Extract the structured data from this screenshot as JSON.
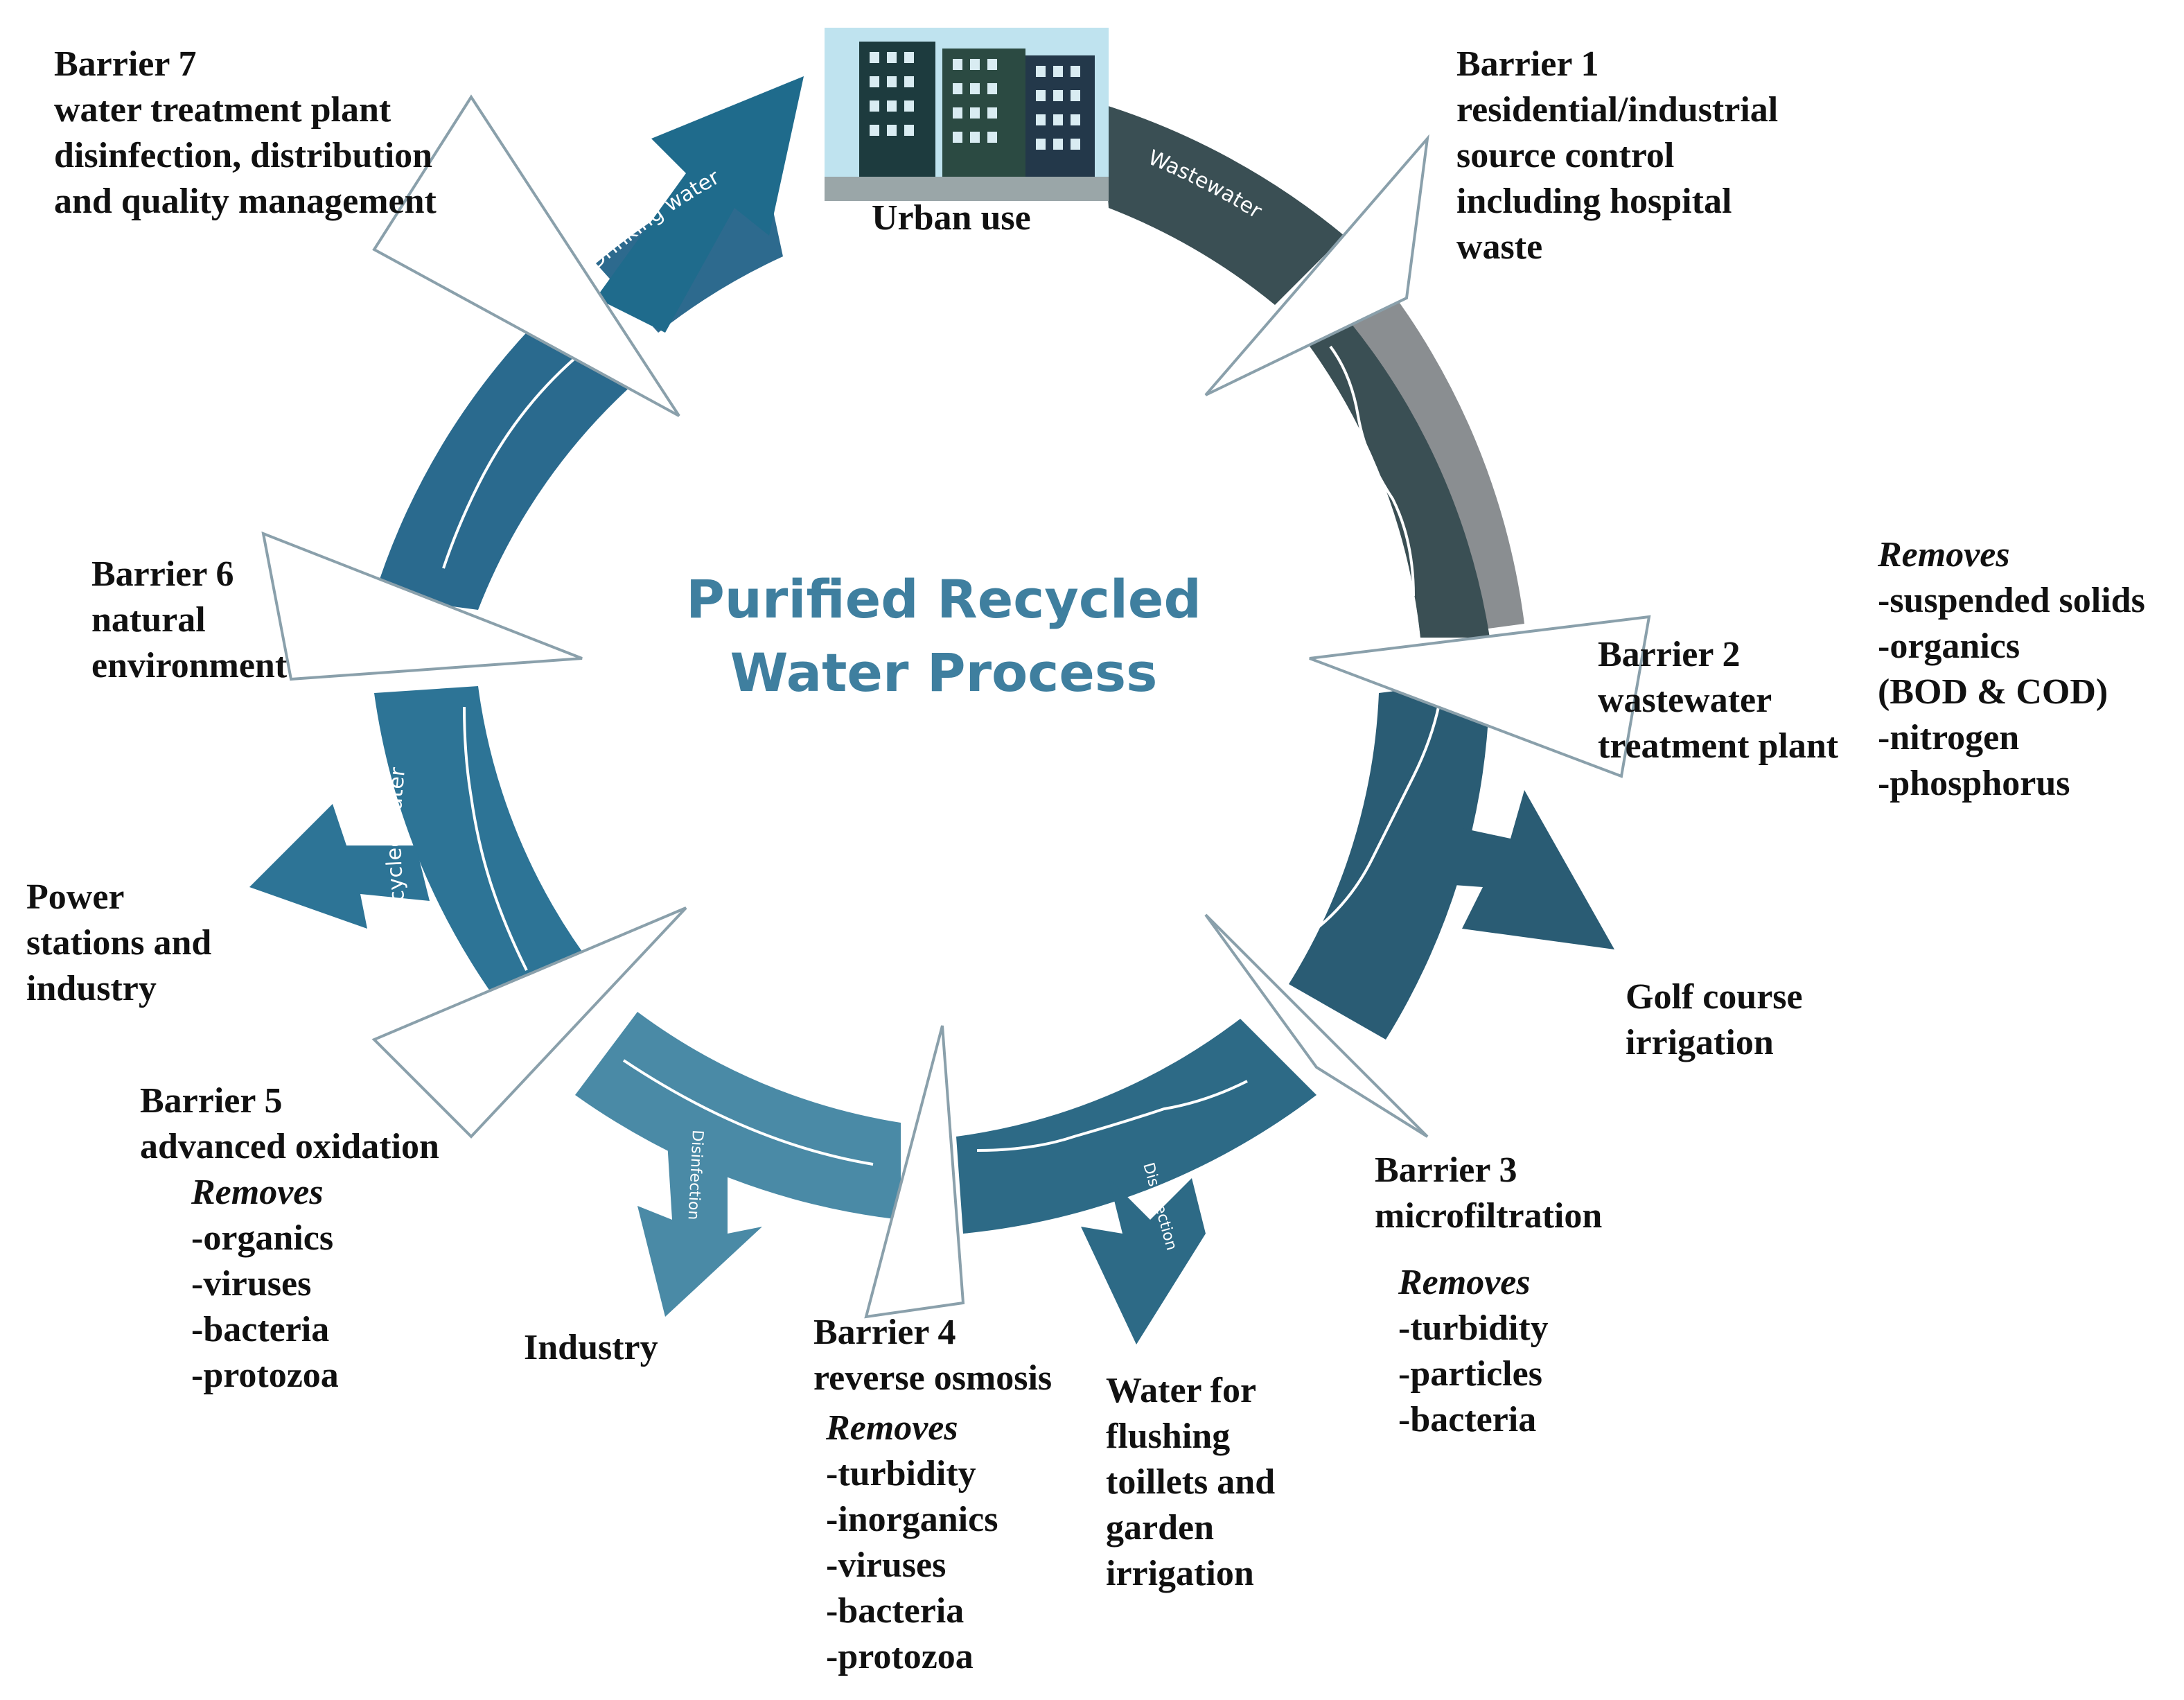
{
  "title": {
    "line1": "Purified Recycled",
    "line2": "Water Process"
  },
  "ring_labels": {
    "wastewater": "Wastewater",
    "drinking_water": "Drinking water",
    "purified_recycled_water": "Purified recycled water",
    "disinfection_left": "Disinfection",
    "disinfection_right": "Disinfection"
  },
  "urban_use": "Urban use",
  "barrier1": {
    "name": "Barrier 1",
    "lines": [
      "residential/industrial",
      "source control",
      "including hospital",
      "waste"
    ]
  },
  "barrier2": {
    "name": "Barrier 2",
    "lines": [
      "wastewater",
      "treatment plant"
    ]
  },
  "barrier2_removes": {
    "heading": "Removes",
    "items": [
      "-suspended solids",
      "-organics",
      "(BOD & COD)",
      "-nitrogen",
      "-phosphorus"
    ]
  },
  "golf": {
    "lines": [
      "Golf course",
      "irrigation"
    ]
  },
  "barrier3": {
    "name": "Barrier 3",
    "lines": [
      "microfiltration"
    ]
  },
  "barrier3_removes": {
    "heading": "Removes",
    "items": [
      "-turbidity",
      "-particles",
      "-bacteria"
    ]
  },
  "flushing": {
    "lines": [
      "Water for",
      "flushing",
      "toillets and",
      "garden",
      "irrigation"
    ]
  },
  "barrier4": {
    "name": "Barrier 4",
    "lines": [
      "reverse osmosis"
    ]
  },
  "barrier4_removes": {
    "heading": "Removes",
    "items": [
      "-turbidity",
      "-inorganics",
      "-viruses",
      "-bacteria",
      "-protozoa"
    ]
  },
  "industry": "Industry",
  "barrier5": {
    "name": "Barrier 5",
    "lines": [
      "advanced oxidation"
    ]
  },
  "barrier5_removes": {
    "heading": "Removes",
    "items": [
      "-organics",
      "-viruses",
      "-bacteria",
      "-protozoa"
    ]
  },
  "power": {
    "lines": [
      "Power",
      "stations and",
      "industry"
    ]
  },
  "barrier6": {
    "name": "Barrier 6",
    "lines": [
      "natural",
      "environment"
    ]
  },
  "barrier7": {
    "name": "Barrier 7",
    "lines": [
      "water treatment plant",
      "disinfection, distribution",
      "and quality management"
    ]
  },
  "colors": {
    "ring_dark": "#3a4f54",
    "ring_grey": "#8a8e91",
    "ring_blue": "#2a6080",
    "ring_teal": "#2d7496",
    "ring_light": "#4a8aa6",
    "title": "#3f7f9f"
  }
}
